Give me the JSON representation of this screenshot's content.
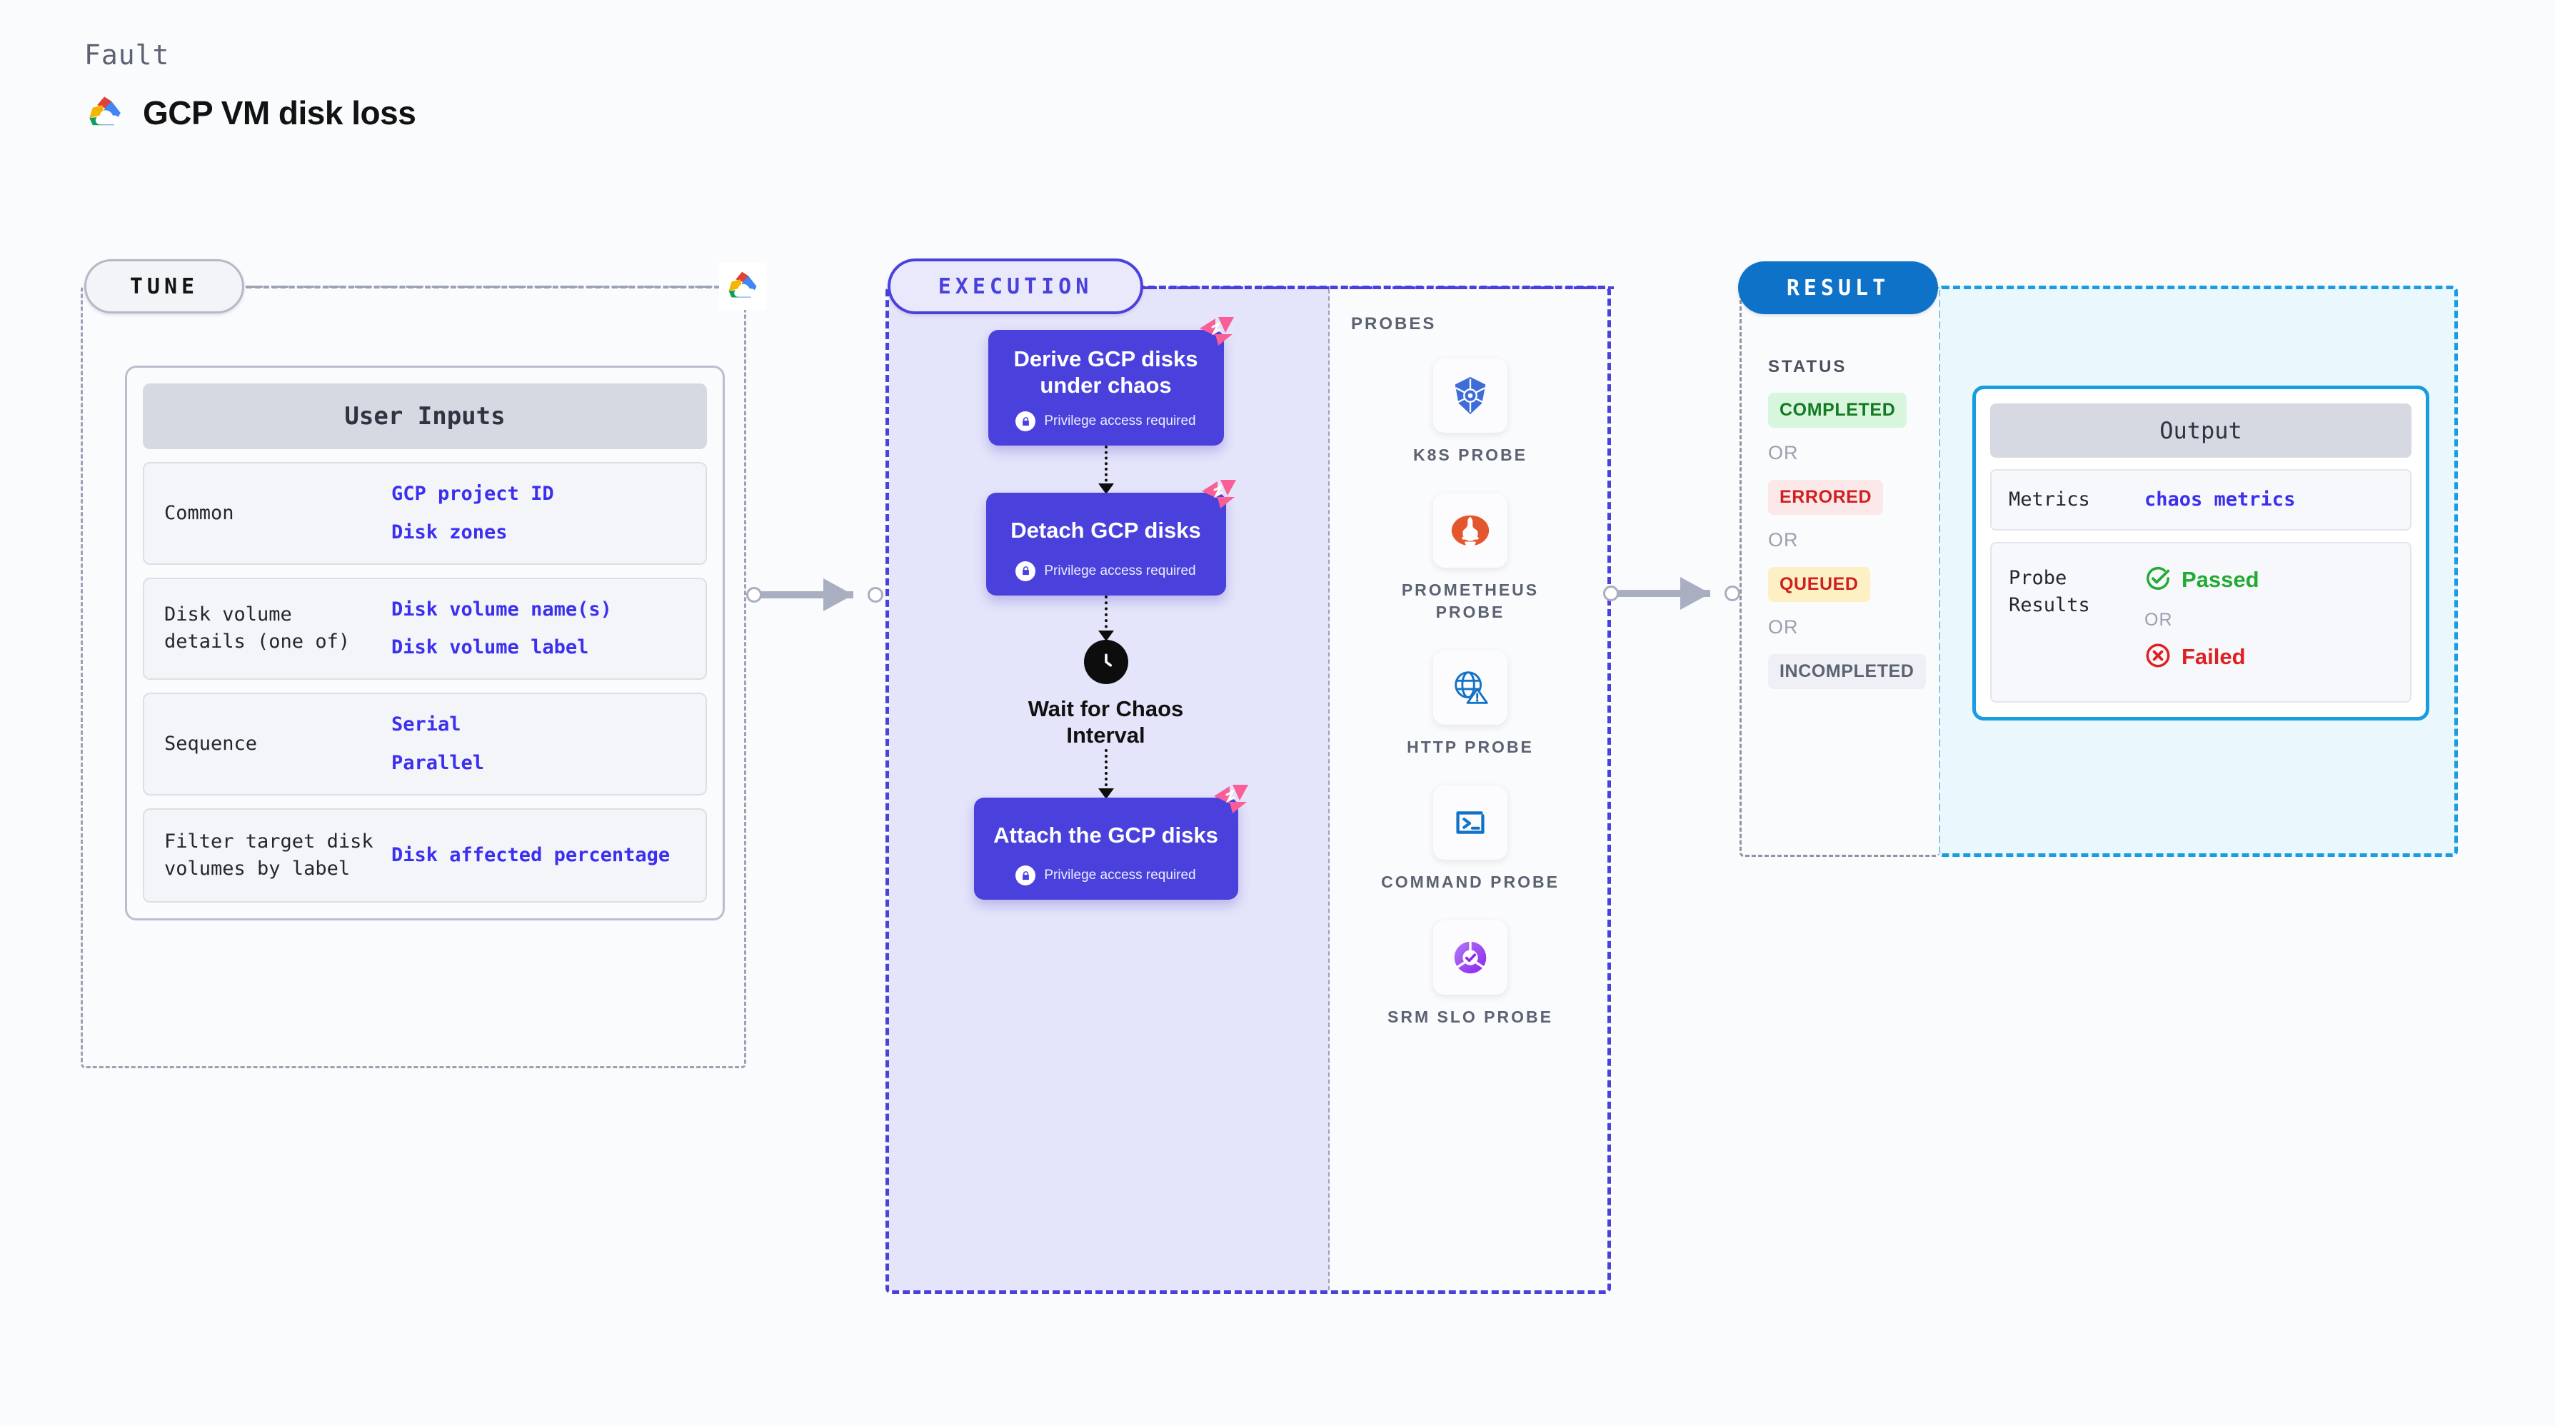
{
  "header": {
    "kicker": "Fault",
    "title": "GCP VM disk loss",
    "logo_icon": "gcp-cloud-logo"
  },
  "tune": {
    "pill_label": "TUNE",
    "badge_icon": "gcp-cloud-logo",
    "user_inputs": {
      "heading": "User Inputs",
      "rows": [
        {
          "label": "Common",
          "values": [
            "GCP project ID",
            "Disk zones"
          ]
        },
        {
          "label": "Disk volume details (one of)",
          "values": [
            "Disk volume name(s)",
            "Disk volume label"
          ]
        },
        {
          "label": "Sequence",
          "values": [
            "Serial",
            "Parallel"
          ]
        },
        {
          "label": "Filter target disk volumes by label",
          "values": [
            "Disk affected percentage"
          ]
        }
      ]
    }
  },
  "execution": {
    "pill_label": "EXECUTION",
    "privilege_text": "Privilege access required",
    "nodes": [
      {
        "title": "Derive GCP disks under chaos",
        "privileged": true,
        "flagged": true
      },
      {
        "title": "Detach GCP disks",
        "privileged": true,
        "flagged": true
      },
      {
        "title": "Wait for Chaos Interval",
        "privileged": false,
        "flagged": false,
        "type": "wait"
      },
      {
        "title": "Attach the GCP disks",
        "privileged": true,
        "flagged": true
      }
    ],
    "probes": {
      "title": "PROBES",
      "items": [
        {
          "label": "K8S PROBE",
          "icon": "kubernetes-icon"
        },
        {
          "label": "PROMETHEUS PROBE",
          "icon": "prometheus-icon"
        },
        {
          "label": "HTTP PROBE",
          "icon": "http-globe-warning-icon"
        },
        {
          "label": "COMMAND PROBE",
          "icon": "terminal-icon"
        },
        {
          "label": "SRM SLO PROBE",
          "icon": "srm-slo-icon"
        }
      ]
    }
  },
  "result": {
    "pill_label": "RESULT",
    "status": {
      "title": "STATUS",
      "or_label": "OR",
      "badges": [
        {
          "label": "COMPLETED",
          "bg": "#d8f5dd",
          "fg": "#137a22"
        },
        {
          "label": "ERRORED",
          "bg": "#fce8e8",
          "fg": "#cf2020"
        },
        {
          "label": "QUEUED",
          "bg": "#fdf0c4",
          "fg": "#cf2020"
        },
        {
          "label": "INCOMPLETED",
          "bg": "#eef0f5",
          "fg": "#5b6271"
        }
      ]
    },
    "output": {
      "heading": "Output",
      "metrics_label": "Metrics",
      "metrics_value": "chaos metrics",
      "probe_results_label": "Probe Results",
      "passed_label": "Passed",
      "failed_label": "Failed",
      "or_label": "OR",
      "passed_icon": "check-circle-icon",
      "failed_icon": "x-circle-icon"
    }
  },
  "colors": {
    "node_purple": "#4a41dc",
    "exec_fill": "#e4e4fa",
    "result_blue": "#1a9ce0",
    "result_pill_blue": "#0f72c9",
    "link_blue": "#3b30f0",
    "litmus_pink": "#fa5e96",
    "arrow_gray": "#a9aec0",
    "passed_green": "#22aa33",
    "failed_red": "#e02020"
  }
}
